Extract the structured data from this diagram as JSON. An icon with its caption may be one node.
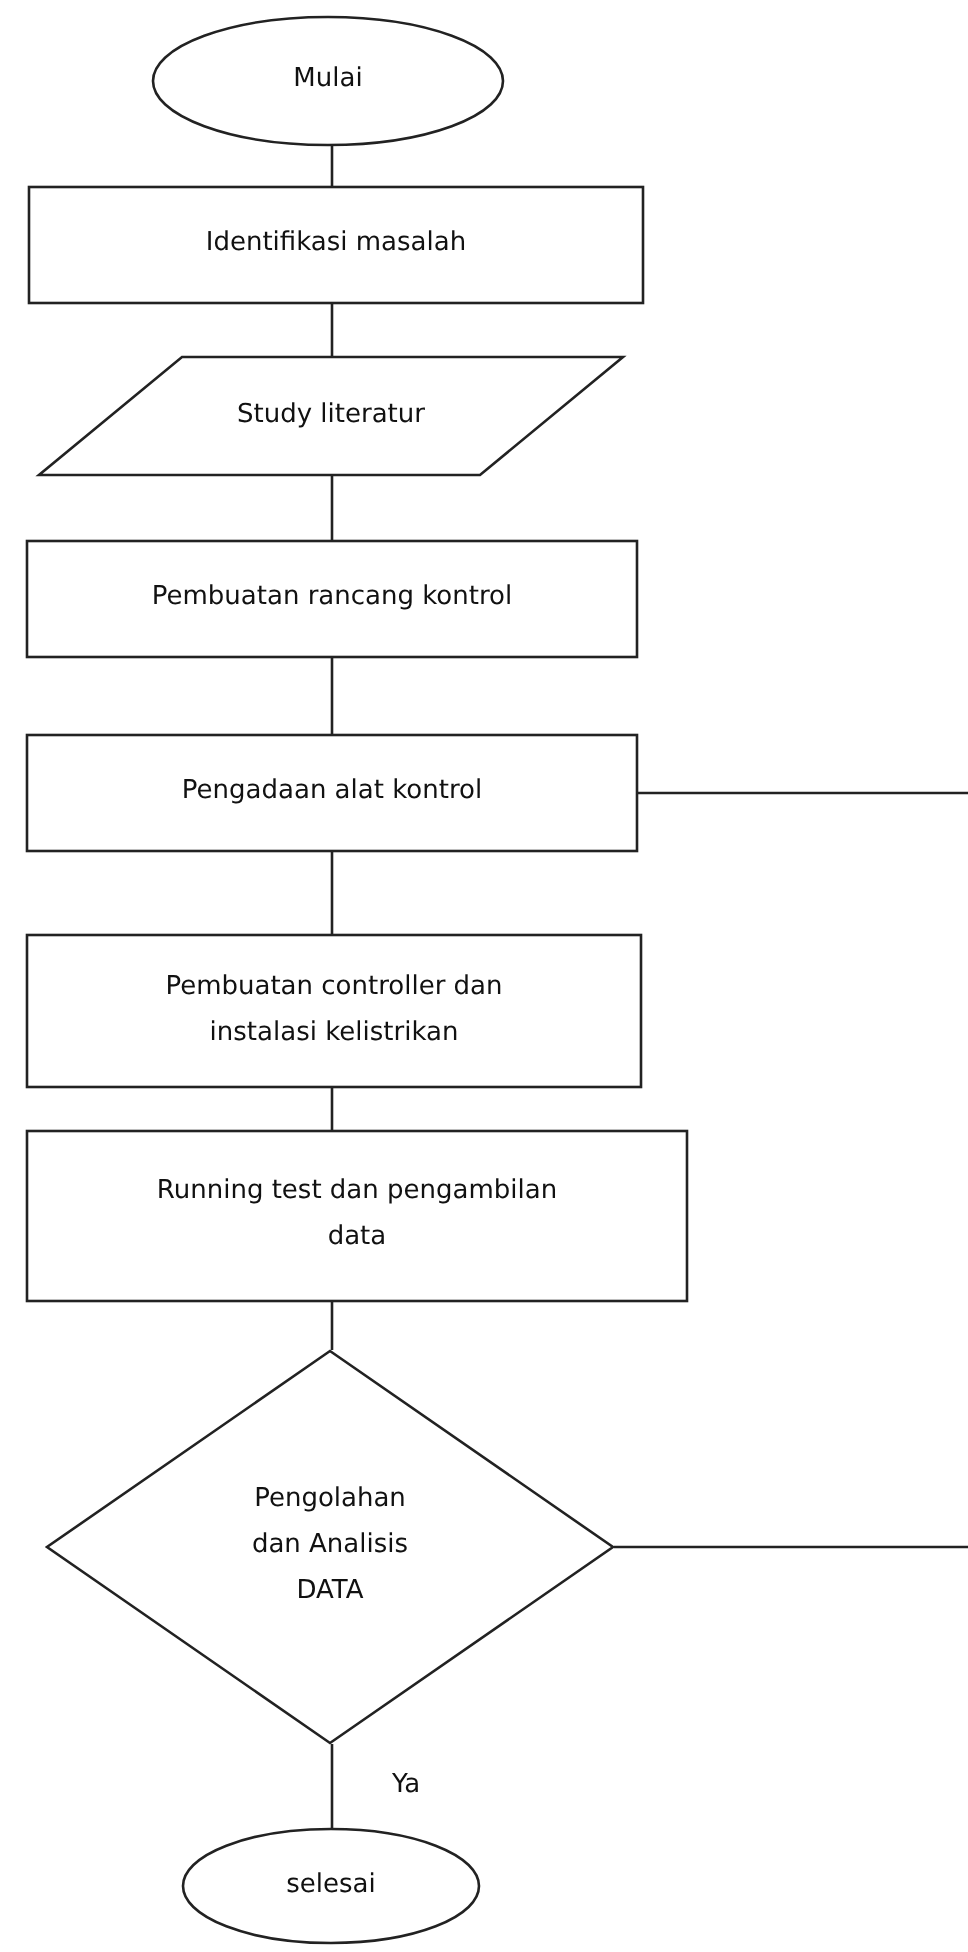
{
  "diagram": {
    "nodes": [
      {
        "text": [
          "Mulai"
        ]
      },
      {
        "text": [
          "Identifikasi masalah"
        ]
      },
      {
        "text": [
          "Study literatur"
        ]
      },
      {
        "text": [
          "Pembuatan rancang kontrol"
        ]
      },
      {
        "text": [
          "Pengadaan alat kontrol"
        ]
      },
      {
        "text": [
          "Pembuatan controller dan instalasi kelistrikan"
        ]
      },
      {
        "text": [
          "Running test dan pengambilan data"
        ]
      },
      {
        "text": [
          "Pengolahan dan Analisis DATA"
        ]
      },
      {
        "text": [
          "selesai"
        ]
      }
    ],
    "edges": [
      {
        "from": 0,
        "to": 1,
        "arrow": "none"
      },
      {
        "from": 1,
        "to": 2,
        "arrow": "none"
      },
      {
        "from": 2,
        "to": 3,
        "arrow": "none"
      },
      {
        "from": 3,
        "to": 4,
        "arrow": "none"
      },
      {
        "from": 4,
        "to": 5,
        "arrow": "none"
      },
      {
        "from": 5,
        "to": 6,
        "arrow": "none"
      },
      {
        "from": 6,
        "to": 7,
        "arrow": "none"
      },
      {
        "from": 7,
        "to": 8,
        "label": "Ya",
        "arrow": "none"
      },
      {
        "from": 4,
        "to": null,
        "arrow": "none"
      },
      {
        "from": 7,
        "to": null,
        "arrow": "none"
      }
    ]
  }
}
